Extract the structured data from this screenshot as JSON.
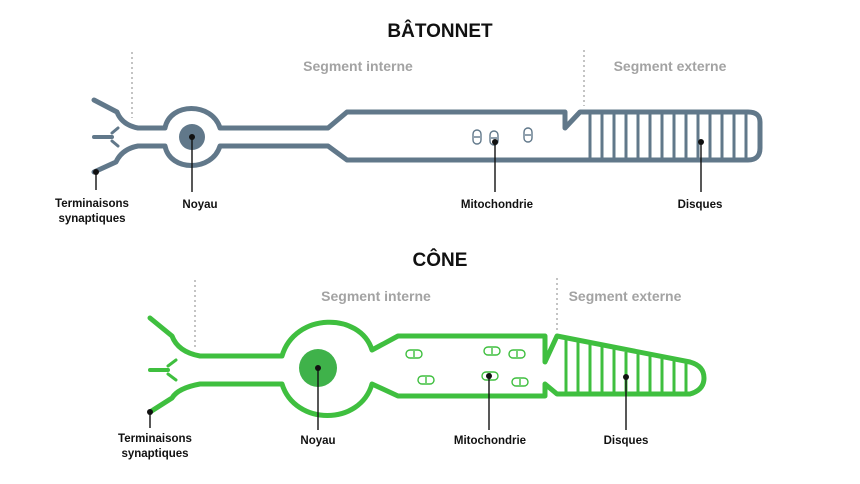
{
  "colors": {
    "rod": "#61788a",
    "cone": "#3fbf3f",
    "cone_nucleus": "#3fb24a",
    "label": "#111111",
    "segment_label": "#a3a3a3"
  },
  "rod": {
    "title": "BÂTONNET",
    "segment_inner": "Segment interne",
    "segment_outer": "Segment externe",
    "labels": {
      "synaptic_1": "Terminaisons",
      "synaptic_2": "synaptiques",
      "nucleus": "Noyau",
      "mitochondria": "Mitochondrie",
      "discs": "Disques"
    }
  },
  "cone": {
    "title": "CÔNE",
    "segment_inner": "Segment interne",
    "segment_outer": "Segment externe",
    "labels": {
      "synaptic_1": "Terminaisons",
      "synaptic_2": "synaptiques",
      "nucleus": "Noyau",
      "mitochondria": "Mitochondrie",
      "discs": "Disques"
    }
  }
}
